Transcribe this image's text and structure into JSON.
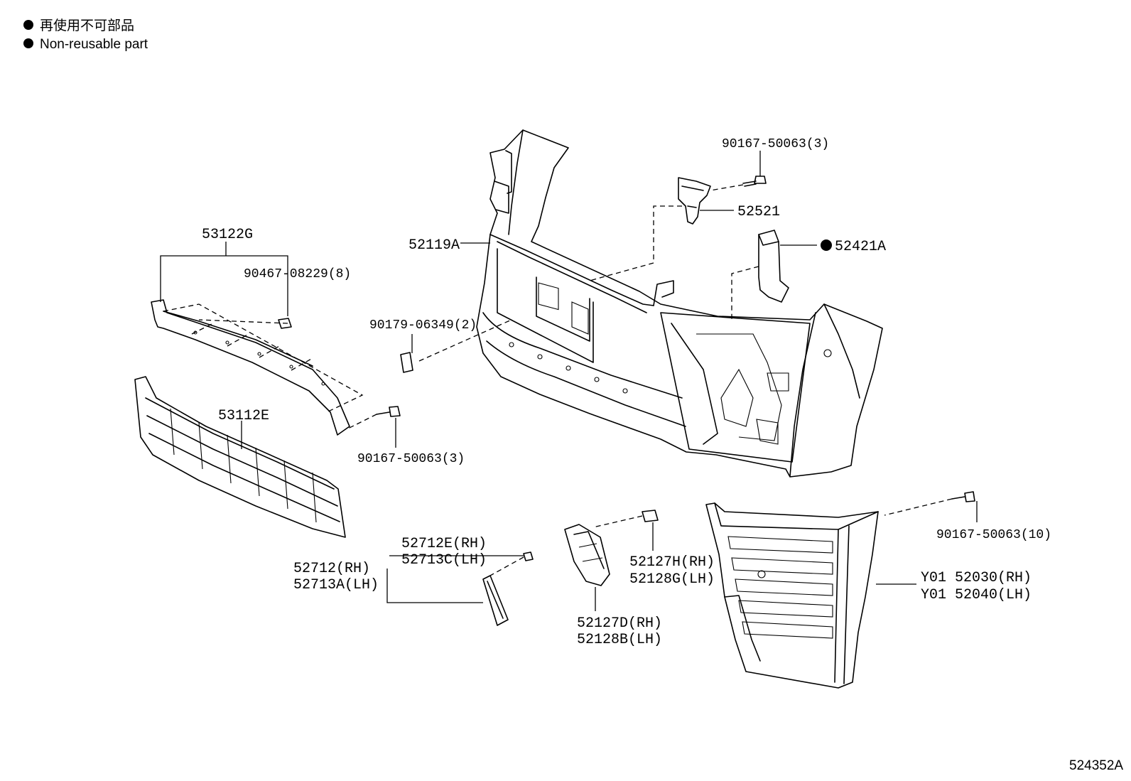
{
  "legend": {
    "items": [
      {
        "symbol": "filled-circle",
        "text": "再使用不可部品"
      },
      {
        "symbol": "filled-circle",
        "text": "Non-reusable part"
      }
    ]
  },
  "parts": {
    "bolt_top": "90167-50063(3)",
    "bracket_52521": "52521",
    "bumper_52119A": "52119A",
    "pad_52421A": "52421A",
    "nut_90179": "90179-06349(2)",
    "molding_53122G": "53122G",
    "clip_90467": "90467-08229(8)",
    "grille_53112E": "53112E",
    "bolt_left": "90167-50063(3)",
    "bolt_right": "90167-50063(10)",
    "cover_52712E": "52712E(RH)",
    "cover_52713C": "52713C(LH)",
    "cover_52712": "52712(RH)",
    "cover_52713A": "52713A(LH)",
    "ret_52127H": "52127H(RH)",
    "ret_52128G": "52128G(LH)",
    "ret_52127D": "52127D(RH)",
    "ret_52128B": "52128B(LH)",
    "sub_52030": "Y01 52030(RH)",
    "sub_52040": "Y01 52040(LH)"
  },
  "diagram_code": "524352A",
  "colors": {
    "line": "#000000",
    "background": "#ffffff"
  }
}
